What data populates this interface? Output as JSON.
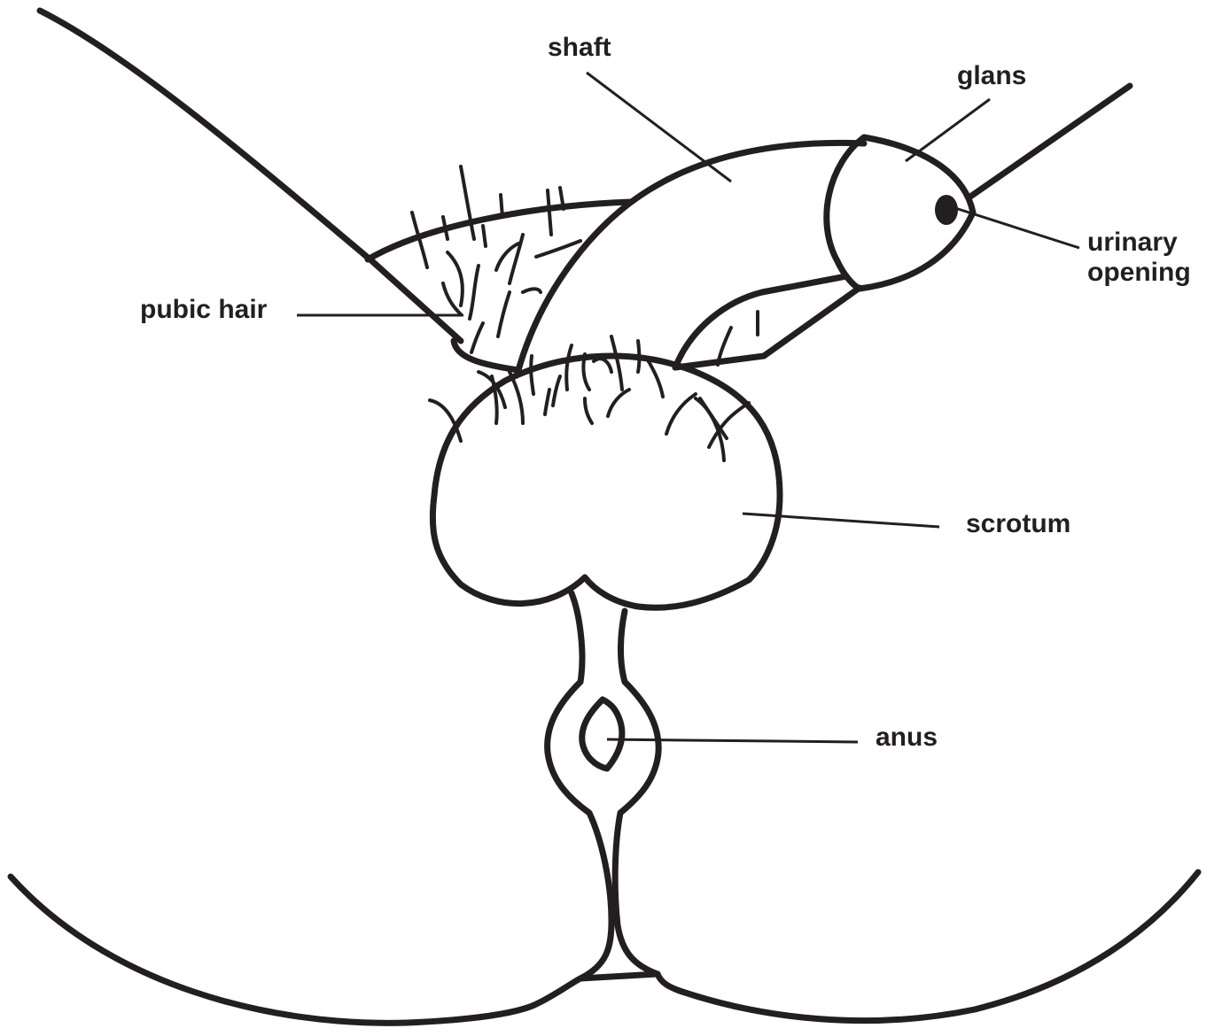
{
  "labels": {
    "shaft": "shaft",
    "glans": "glans",
    "urinary_opening": [
      "urinary",
      "opening"
    ],
    "pubic_hair": "pubic hair",
    "scrotum": "scrotum",
    "anus": "anus"
  },
  "colors": {
    "line": "#231f20",
    "background": "#ffffff"
  }
}
